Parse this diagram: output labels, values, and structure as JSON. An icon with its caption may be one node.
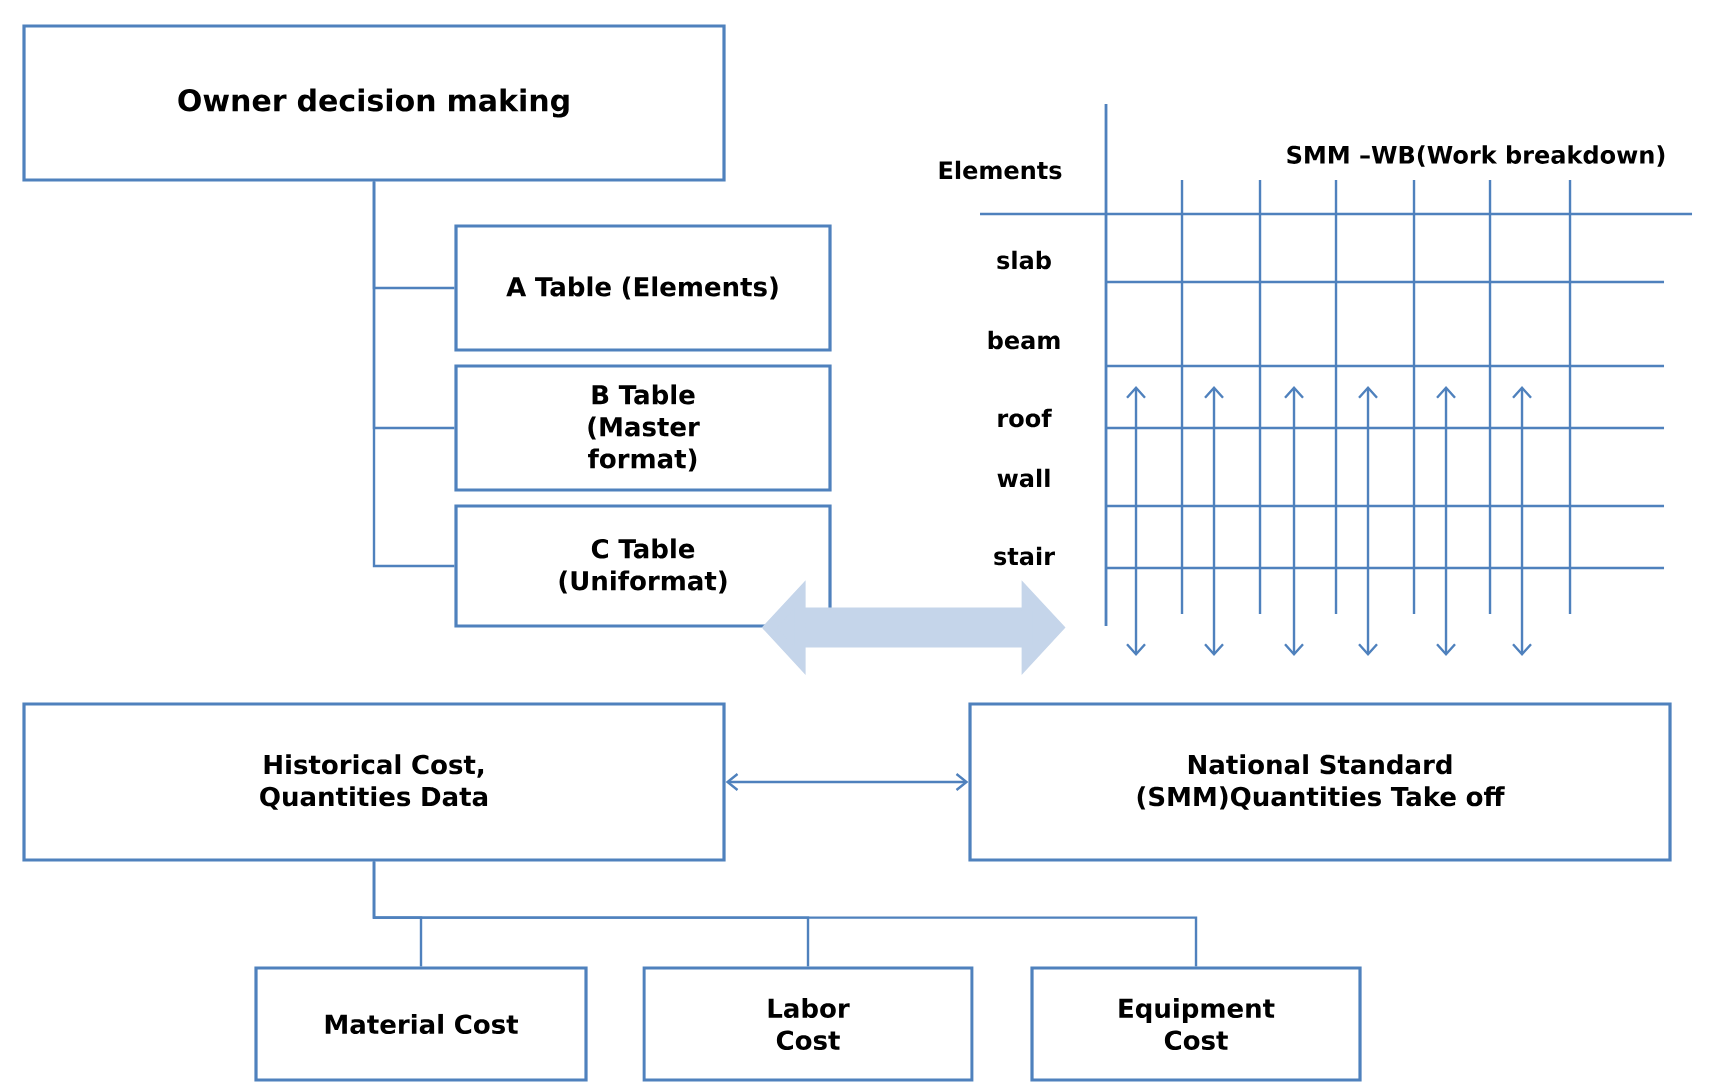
{
  "diagram": {
    "nodes": [
      {
        "text": [
          "Owner decision making"
        ]
      },
      {
        "text": [
          "A Table (Elements)"
        ]
      },
      {
        "text": [
          "B Table (Master format)"
        ]
      },
      {
        "text": [
          "C Table (Uniformat)"
        ]
      },
      {
        "text": [
          "Historical Cost, Quantities Data"
        ]
      },
      {
        "text": [
          "National Standard (SMM)Quantities Take off"
        ]
      },
      {
        "text": [
          "Material Cost"
        ]
      },
      {
        "text": [
          "Labor Cost"
        ]
      },
      {
        "text": [
          "Equipment Cost"
        ]
      },
      {
        "text": [],
        "shape": "grid"
      }
    ],
    "edges": [
      {
        "from": 0,
        "to": 1,
        "arrow": "none"
      },
      {
        "from": 0,
        "to": 2,
        "arrow": "none"
      },
      {
        "from": 0,
        "to": 3,
        "arrow": "none"
      },
      {
        "from": 3,
        "to": 9,
        "arrow": "both",
        "style": "thick",
        "color": "#c5d5ea"
      },
      {
        "from": 4,
        "to": 5,
        "arrow": "both"
      },
      {
        "from": 4,
        "to": 6,
        "arrow": "none"
      },
      {
        "from": 4,
        "to": 7,
        "arrow": "none"
      },
      {
        "from": 4,
        "to": 8,
        "arrow": "none"
      }
    ],
    "labels": [
      "Elements",
      "SMM –WB(Work breakdown)",
      "slab",
      "beam",
      "roof",
      "wall",
      "stair"
    ]
  }
}
